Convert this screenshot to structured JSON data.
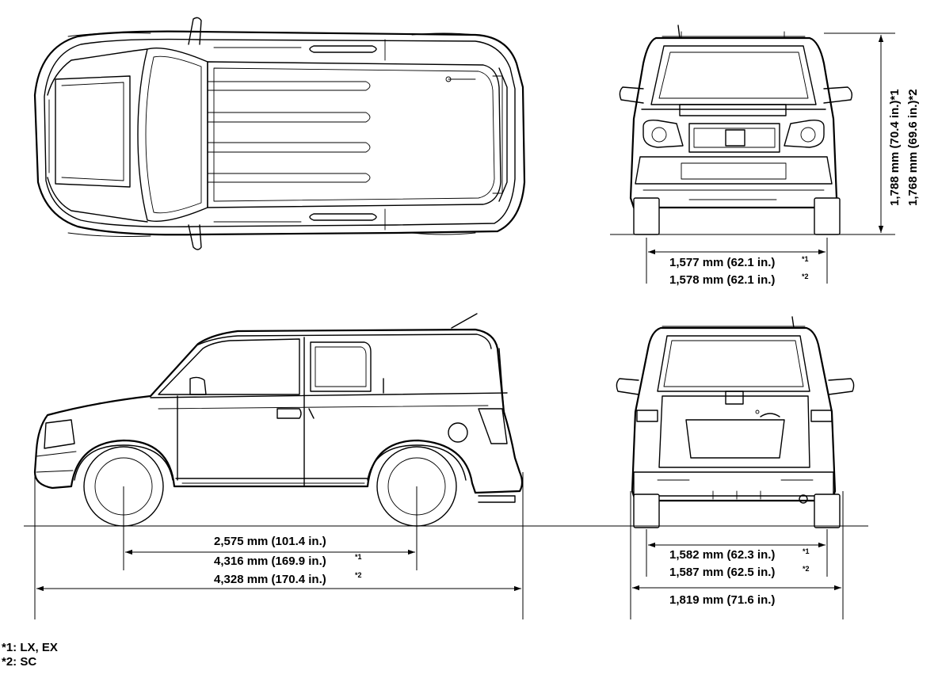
{
  "dimensions": {
    "wheelbase": "2,575 mm (101.4 in.)",
    "length_1": "4,316 mm (169.9 in.)",
    "length_1_mark": "*1",
    "length_2": "4,328 mm (170.4 in.)",
    "length_2_mark": "*2",
    "front_track_1": "1,577 mm (62.1 in.)",
    "front_track_1_mark": "*1",
    "front_track_2": "1,578 mm (62.1 in.)",
    "front_track_2_mark": "*2",
    "rear_track_1": "1,582 mm (62.3 in.)",
    "rear_track_1_mark": "*1",
    "rear_track_2": "1,587 mm (62.5 in.)",
    "rear_track_2_mark": "*2",
    "width": "1,819 mm (71.6 in.)",
    "height_1": "1,788 mm (70.4 in.)*1",
    "height_2": "1,768 mm (69.6 in.)*2"
  },
  "footnotes": {
    "note_1": "*1: LX, EX",
    "note_2": "*2: SC"
  }
}
